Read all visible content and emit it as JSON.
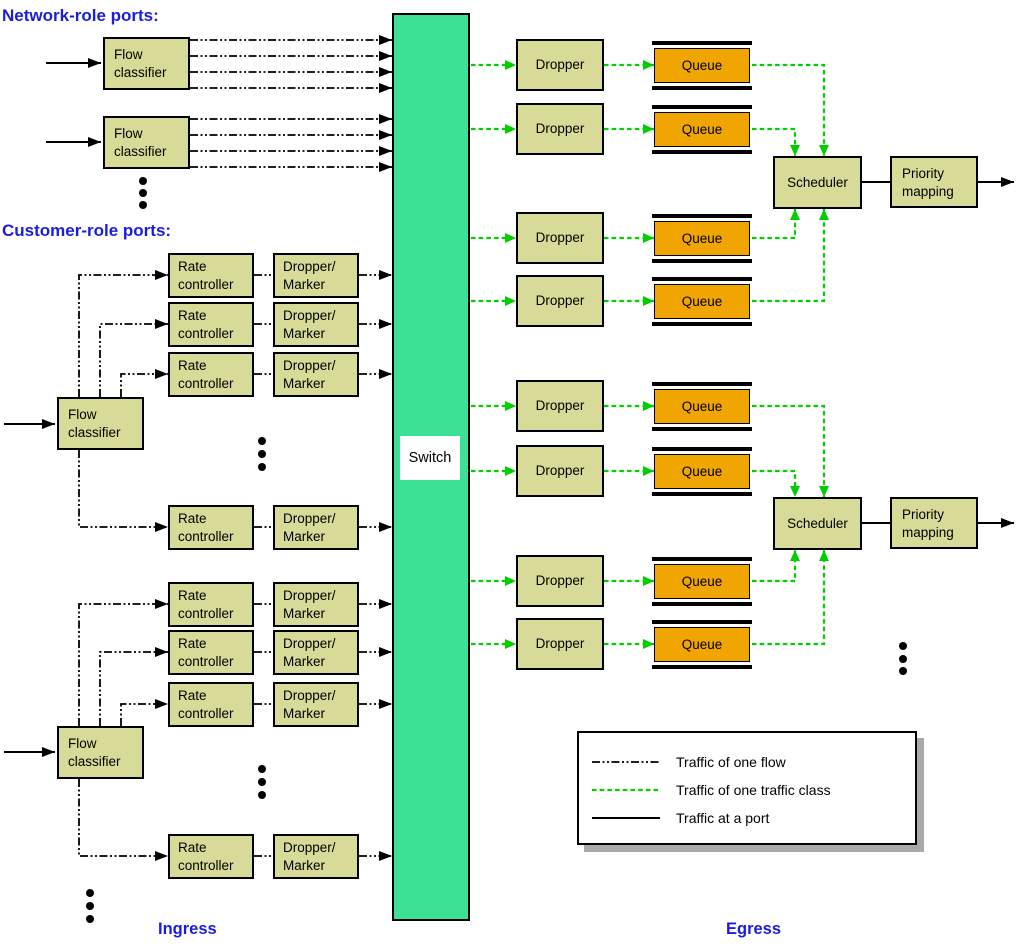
{
  "titles": {
    "network_role_ports": "Network-role ports:",
    "customer_role_ports": "Customer-role ports:"
  },
  "footer_labels": {
    "ingress": "Ingress",
    "egress": "Egress"
  },
  "components": {
    "flow_classifier": "Flow classifier",
    "rate_controller": "Rate controller",
    "dropper_marker": "Dropper/ Marker",
    "switch": "Switch",
    "dropper": "Dropper",
    "queue": "Queue",
    "scheduler": "Scheduler",
    "priority_mapping": "Priority mapping"
  },
  "legend": {
    "items": [
      {
        "label": "Traffic of one flow",
        "line_style": "dash-dot",
        "line_color": "#000000"
      },
      {
        "label": "Traffic of one traffic class",
        "line_style": "dashed",
        "line_color": "#00ce00"
      },
      {
        "label": "Traffic at a port",
        "line_style": "solid",
        "line_color": "#000000"
      }
    ]
  },
  "colors": {
    "module_fill": "#d7db97",
    "queue_fill": "#f0a500",
    "switch_fill": "#3ce196",
    "traffic_class_green": "#00ce00",
    "heading_blue": "#1c1ce0",
    "flow_line_black": "#000000"
  }
}
